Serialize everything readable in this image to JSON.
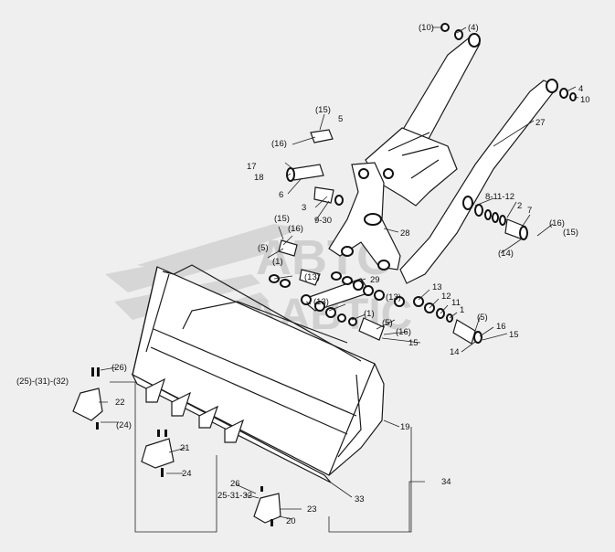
{
  "watermark": {
    "line1": "ABTO",
    "line2": "AABTIC"
  },
  "labels": {
    "l10a": "(10)",
    "l4a": "(4)",
    "l4b": "4",
    "l10b": "10",
    "l27": "27",
    "l15a": "(15)",
    "l5a": "5",
    "l16a": "(16)",
    "l17": "17",
    "l18": "18",
    "l6": "6",
    "l3": "3",
    "l930": "9-30",
    "l28": "28",
    "l8112": "8-11-12",
    "l2a": "2",
    "l7": "7",
    "l16b": "(16)",
    "l15b": "(15)",
    "l14a": "(14)",
    "l15c": "(15)",
    "l16c": "(16)",
    "l5b": "(5)",
    "l1a": "(1)",
    "l13a": "(13)",
    "l29": "29",
    "l13b": "(13)",
    "l13c": "(13)",
    "l13d": "13",
    "l12": "12",
    "l11": "11",
    "l1b": "1",
    "l1c": "(1)",
    "l5c": "(5)",
    "l16d": "(16)",
    "l15d": "15",
    "l5d": "(5)",
    "l16e": "16",
    "l15e": "15",
    "l14b": "14",
    "l26a": "(26)",
    "l253132a": "(25)-(31)-(32)",
    "l22": "22",
    "l24a": "(24)",
    "l19": "19",
    "l21": "21",
    "l24b": "24",
    "l26b": "26",
    "l253132b": "25-31-32",
    "l33": "33",
    "l34": "34",
    "l23": "23",
    "l20": "20"
  }
}
